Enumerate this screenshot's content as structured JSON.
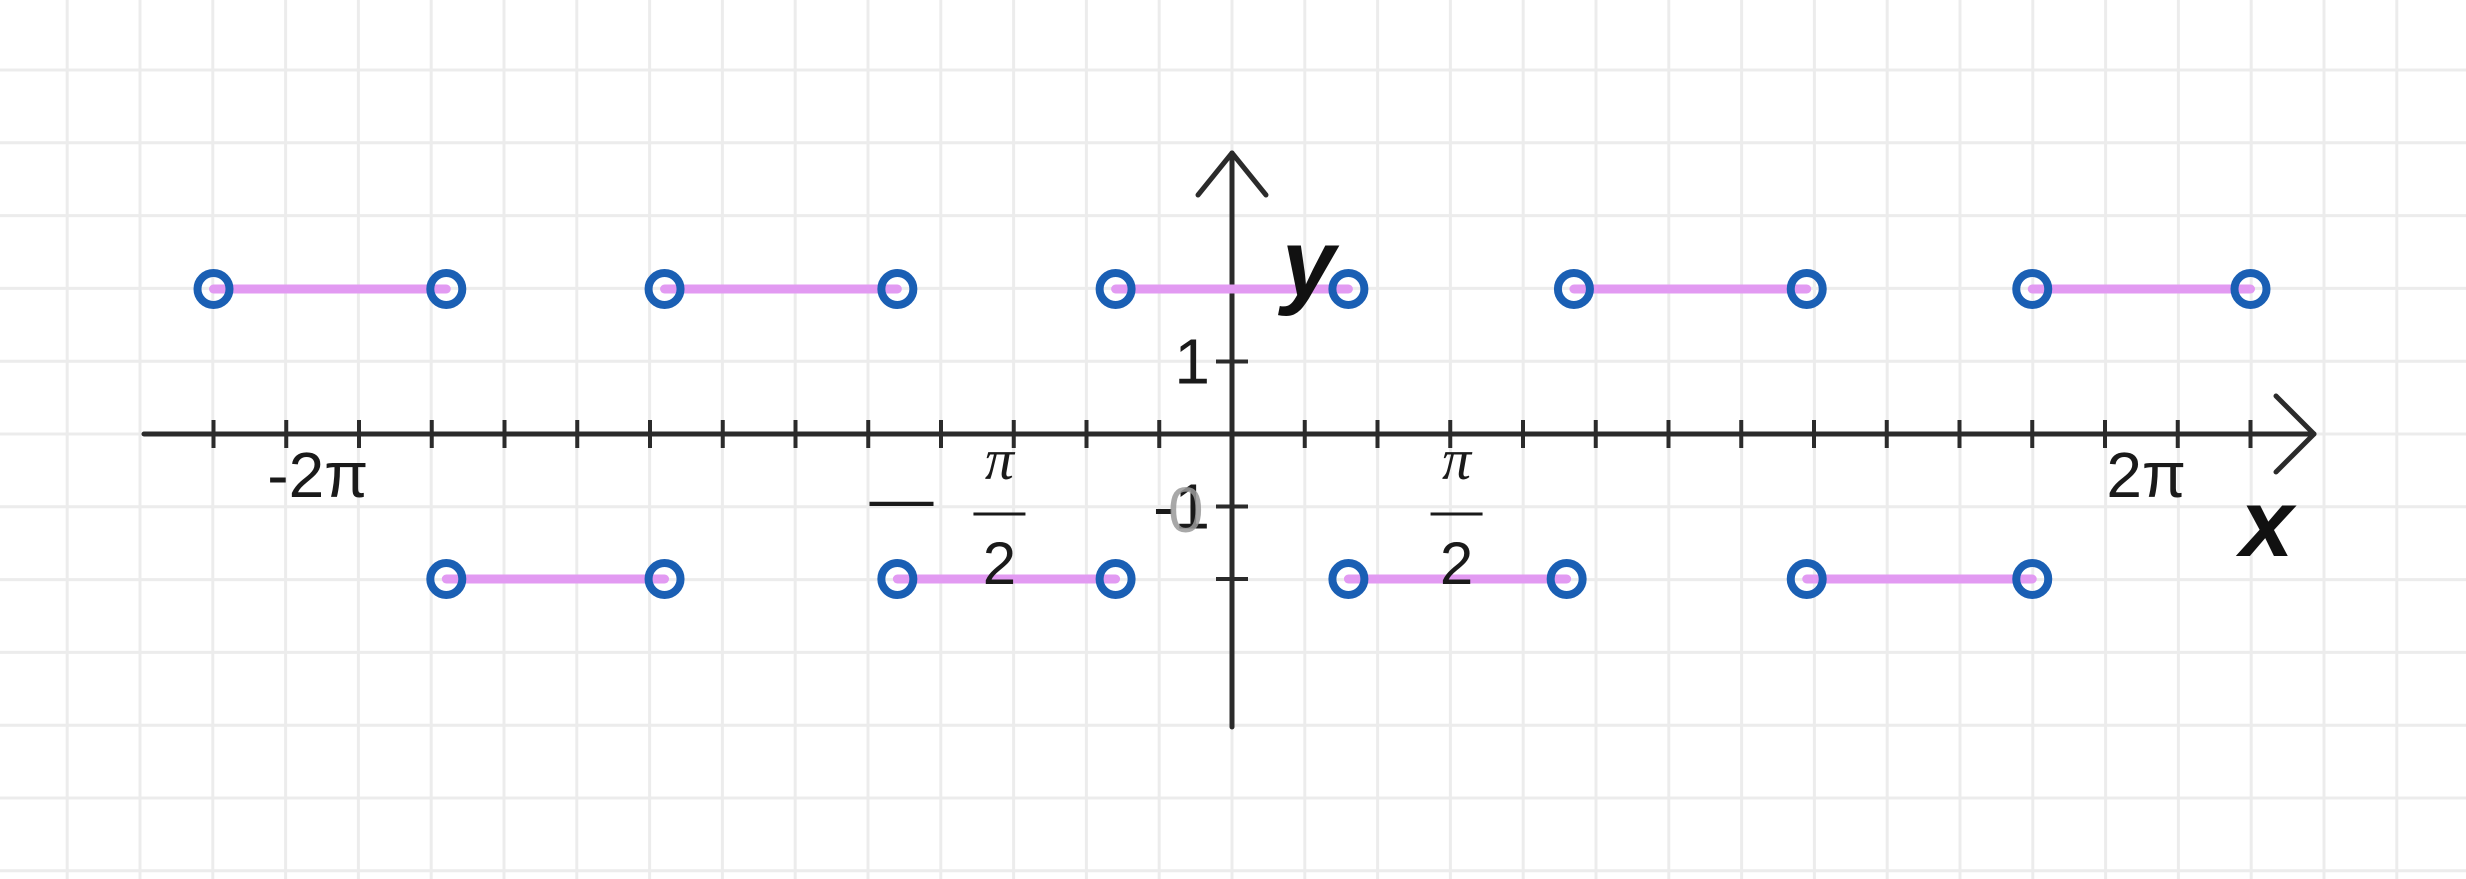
{
  "chart_data": {
    "type": "line",
    "title": "",
    "xlabel": "x",
    "ylabel": "y",
    "origin_label": "0",
    "xlim": [
      -7.6,
      7.6
    ],
    "ylim": [
      -2.0,
      2.0
    ],
    "x_ticks_step": 0.5,
    "y_ticks": [
      -1,
      1
    ],
    "grid": true,
    "x_tick_labels": [
      {
        "text": "-2π",
        "x": -6.2832,
        "style": "plain"
      },
      {
        "text": "2π",
        "x": 6.2832,
        "style": "plain"
      },
      {
        "minus": "—",
        "numerator": "π",
        "denominator": "2",
        "x": -1.5708,
        "style": "fraction"
      },
      {
        "minus": "",
        "numerator": "π",
        "denominator": "2",
        "x": 1.5708,
        "style": "fraction"
      }
    ],
    "y_tick_labels": [
      {
        "text": "1",
        "y": 1
      },
      {
        "text": "-1",
        "y": -1
      }
    ],
    "series": [
      {
        "color": "#e29af2",
        "marker_color": "#1a5fb4",
        "marker": "open-circle",
        "segments": [
          {
            "x0": -7.0,
            "x1": -5.4,
            "y": 2
          },
          {
            "x0": -3.9,
            "x1": -2.3,
            "y": 2
          },
          {
            "x0": -0.8,
            "x1": 0.8,
            "y": 2
          },
          {
            "x0": 2.35,
            "x1": 3.95,
            "y": 2
          },
          {
            "x0": 5.5,
            "x1": 7.0,
            "y": 2
          },
          {
            "x0": -5.4,
            "x1": -3.9,
            "y": -2
          },
          {
            "x0": -2.3,
            "x1": -0.8,
            "y": -2
          },
          {
            "x0": 0.8,
            "x1": 2.3,
            "y": -2
          },
          {
            "x0": 3.95,
            "x1": 5.5,
            "y": -2
          }
        ]
      }
    ],
    "grid_color": "#ececec",
    "axis_color": "#2b2b2b"
  }
}
